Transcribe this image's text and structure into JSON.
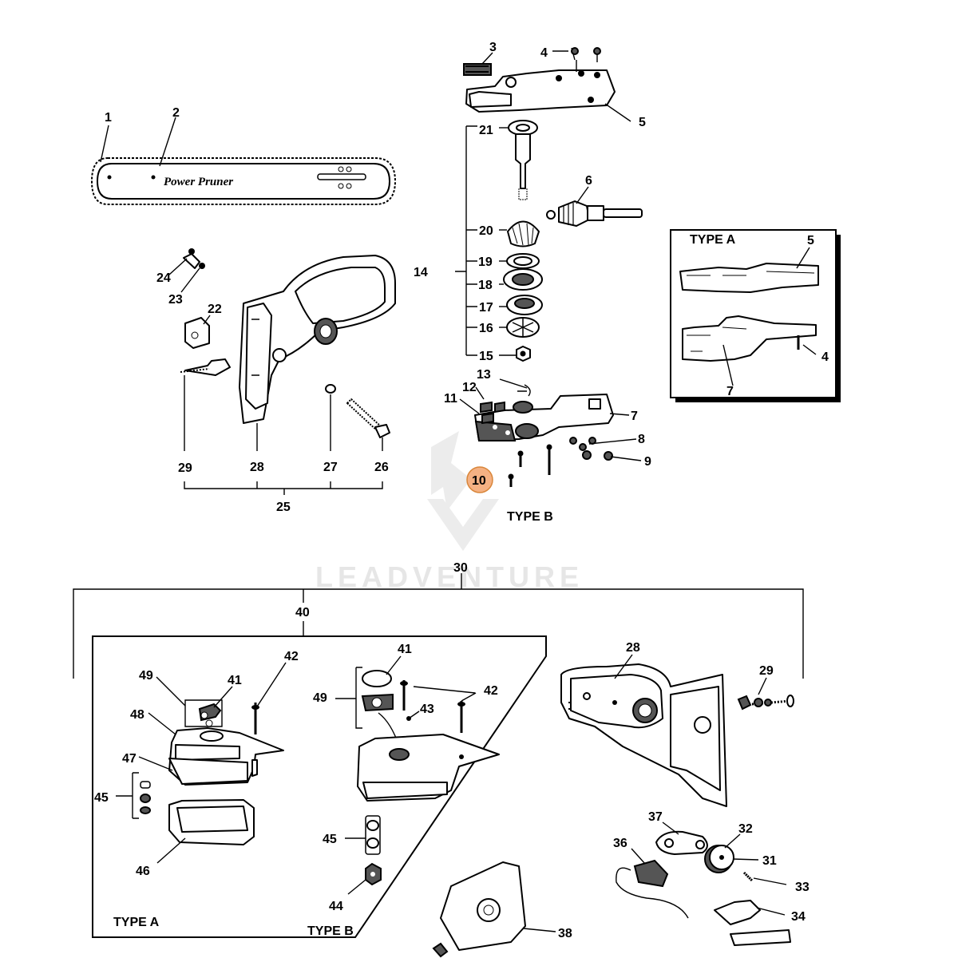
{
  "diagram": {
    "watermark": "LEADVENTURE",
    "bar_brand": "Power Pruner",
    "titles": {
      "upper_type_a": "TYPE A",
      "upper_type_b": "TYPE B",
      "lower_type_a": "TYPE A",
      "lower_type_b": "TYPE B"
    },
    "highlighted_part": "10",
    "labels": {
      "p1": "1",
      "p2": "2",
      "p3": "3",
      "p4": "4",
      "p4b": "4",
      "p5": "5",
      "p5b": "5",
      "p6": "6",
      "p7": "7",
      "p7b": "7",
      "p8": "8",
      "p9": "9",
      "p10": "10",
      "p11": "11",
      "p12": "12",
      "p13": "13",
      "p14": "14",
      "p15": "15",
      "p16": "16",
      "p17": "17",
      "p18": "18",
      "p19": "19",
      "p20": "20",
      "p21": "21",
      "p22": "22",
      "p23": "23",
      "p24": "24",
      "p25": "25",
      "p26": "26",
      "p27": "27",
      "p28": "28",
      "p28b": "28",
      "p29": "29",
      "p29b": "29",
      "p30": "30",
      "p31": "31",
      "p32": "32",
      "p33": "33",
      "p34": "34",
      "p36": "36",
      "p37": "37",
      "p38": "38",
      "p40": "40",
      "p41": "41",
      "p41b": "41",
      "p42": "42",
      "p42b": "42",
      "p43": "43",
      "p44": "44",
      "p45": "45",
      "p45b": "45",
      "p46": "46",
      "p47": "47",
      "p48": "48",
      "p49": "49",
      "p49b": "49"
    }
  }
}
